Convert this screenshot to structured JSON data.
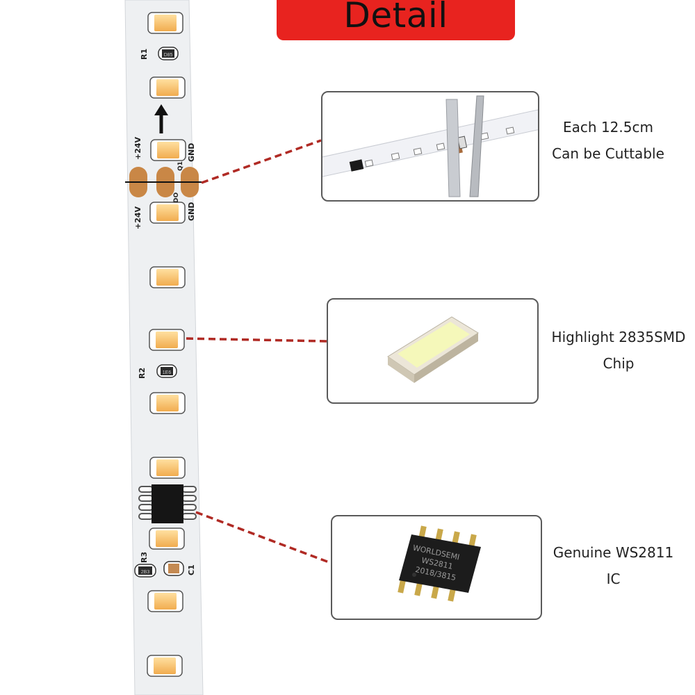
{
  "banner": {
    "title": "Detail"
  },
  "strip": {
    "labels": {
      "r1": "R1",
      "r2": "R2",
      "r3": "R3",
      "c1": "C1",
      "pos_top": "+24V",
      "gnd_top": "GND",
      "q1": "Q1",
      "pos_bottom": "+24V",
      "gnd_bottom": "GND",
      "d0": "DO"
    },
    "resistor_codes": {
      "r1": "D85",
      "r2": "1E6",
      "r3": "2B3"
    }
  },
  "callouts": [
    {
      "line1": "Each 12.5cm",
      "line2": "Can be Cuttable"
    },
    {
      "line1": "Highlight 2835SMD",
      "line2": "Chip"
    },
    {
      "line1": "Genuine WS2811",
      "line2": "IC"
    }
  ],
  "ic_marking": {
    "line1": "WORLDSEMI",
    "line2": "WS2811",
    "line3": "2018/3815"
  },
  "colors": {
    "banner": "#e8231f",
    "leader": "#b02a24",
    "led": "#f6c26b",
    "pad": "#c98746",
    "pcb": "#eef0f2"
  }
}
